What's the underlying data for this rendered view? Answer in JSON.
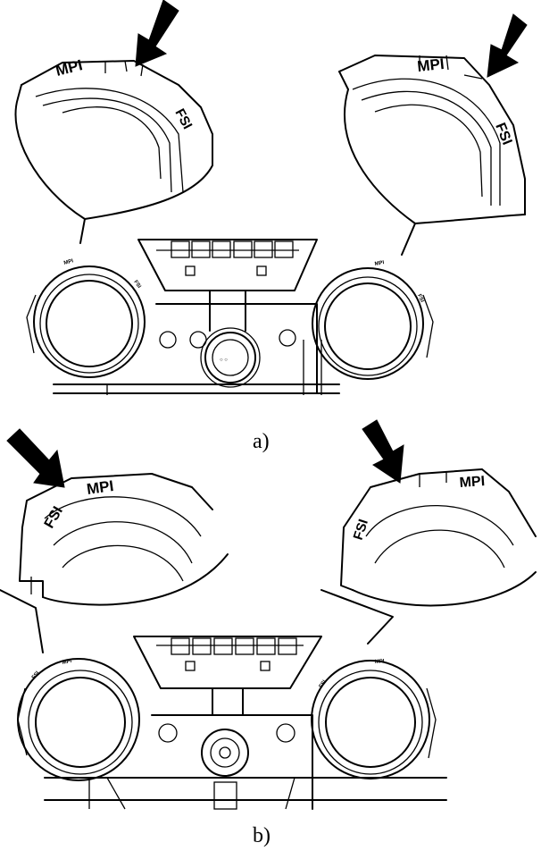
{
  "panels": [
    {
      "caption": "a)",
      "labels": {
        "left_mpi": "MPI",
        "left_fsi": "FSI",
        "right_mpi": "MPI",
        "right_fsi": "FSI"
      }
    },
    {
      "caption": "b)",
      "labels": {
        "left_mpi": "MPI",
        "left_fsi": "FSI",
        "right_mpi": "MPI",
        "right_fsi": "FSI"
      }
    }
  ],
  "icons": {
    "pointer": "pointer-arrow-icon"
  }
}
